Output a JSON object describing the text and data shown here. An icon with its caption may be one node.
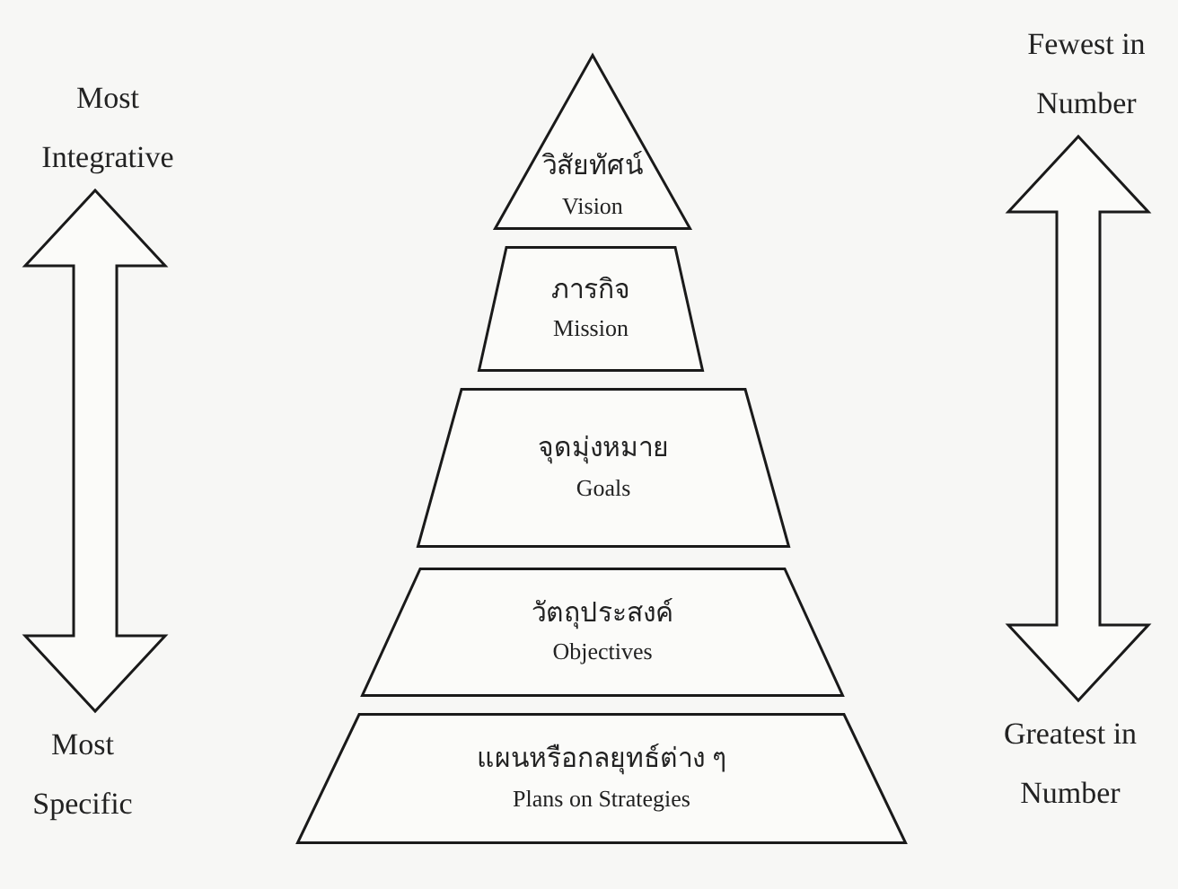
{
  "diagram": {
    "nodes": [
      {
        "text": [
          "Most Integrative"
        ]
      },
      {
        "text": [
          "Fewest in Number"
        ]
      },
      {
        "text": [
          "วิสัยทัศน์",
          "Vision"
        ]
      },
      {
        "text": [
          "ภารกิจ",
          "Mission"
        ]
      },
      {
        "text": [
          "จุดมุ่งหมาย",
          "Goals"
        ]
      },
      {
        "text": [
          "วัตถุประสงค์",
          "Objectives"
        ]
      },
      {
        "text": [
          "แผนหรือกลยุทธ์ต่าง ๆ",
          "Plans on Strategies"
        ]
      },
      {
        "text": [
          "Most Specific"
        ]
      },
      {
        "text": [
          "Greatest in Number"
        ]
      }
    ],
    "edges": [
      {
        "from": 0,
        "to": 7,
        "arrow": "both"
      },
      {
        "from": 1,
        "to": 8,
        "arrow": "both"
      }
    ]
  }
}
